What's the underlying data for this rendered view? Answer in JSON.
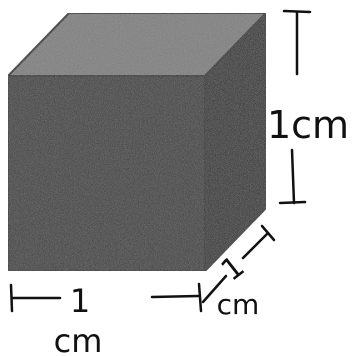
{
  "diagram": {
    "shape": "cube",
    "labels": {
      "height": "1cm",
      "depth_number": "1",
      "depth_unit": "cm",
      "width_number": "1",
      "width_unit": "cm"
    }
  },
  "colors": {
    "front_face": "#2b2b2b",
    "top_face": "#7a7a7a",
    "side_face": "#161616",
    "ink": "#111111"
  }
}
